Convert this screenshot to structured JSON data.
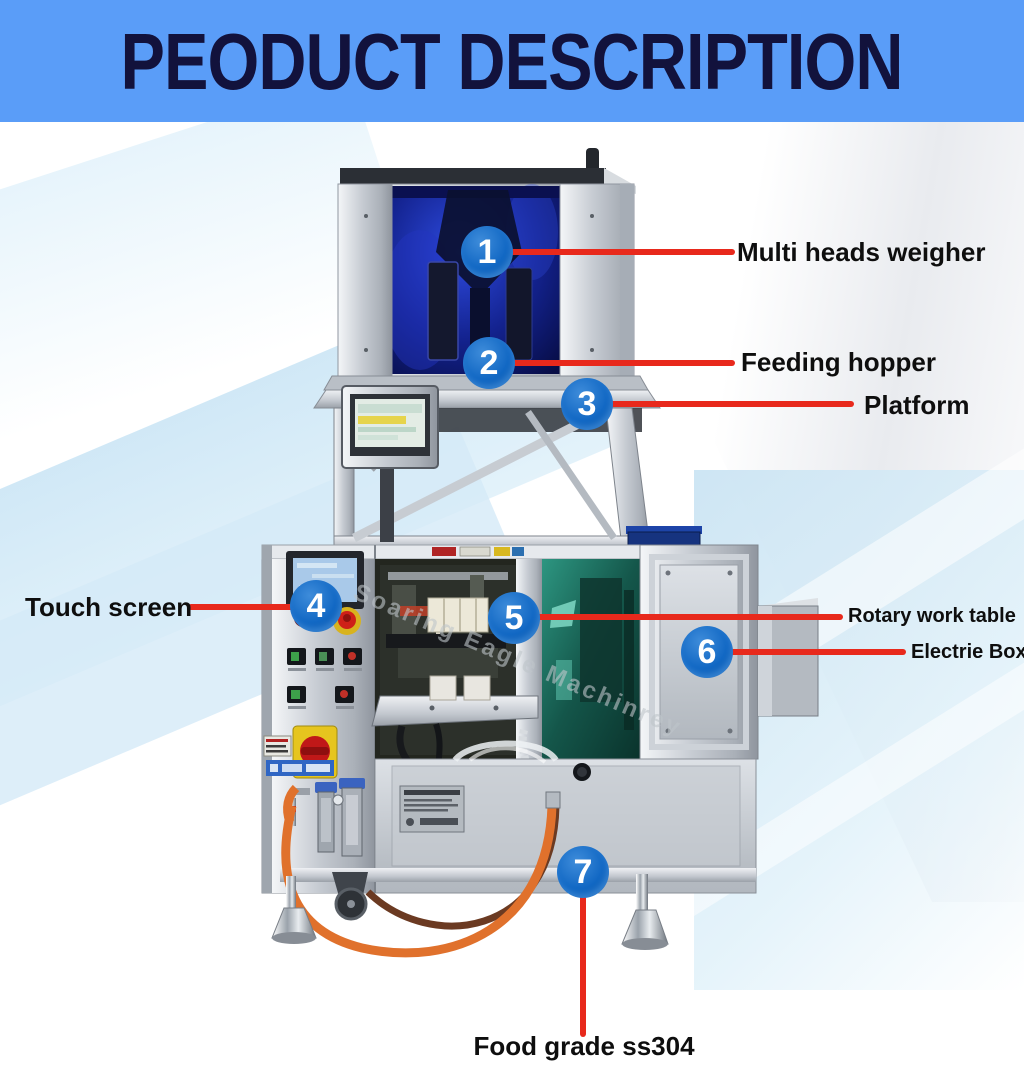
{
  "header": {
    "title": "PEODUCT DESCRIPTION"
  },
  "callouts": [
    {
      "number": "1",
      "label": "Multi heads weigher"
    },
    {
      "number": "2",
      "label": "Feeding hopper"
    },
    {
      "number": "3",
      "label": "Platform"
    },
    {
      "number": "4",
      "label": "Touch screen"
    },
    {
      "number": "5",
      "label": "Rotary work table"
    },
    {
      "number": "6",
      "label": "Electrie Box"
    },
    {
      "number": "7",
      "label": "Food grade ss304"
    }
  ],
  "machine": {
    "watermark": "Soaring Eagle Machinrey"
  },
  "colors": {
    "banner_bg": "#5a9df8",
    "banner_text": "#12123c",
    "callout_blue": "#1268c4",
    "line_red": "#e8291c",
    "label_text": "#0e0e0e",
    "weigher_window_blue": "#101e86",
    "teal_glass": "#14564a"
  }
}
